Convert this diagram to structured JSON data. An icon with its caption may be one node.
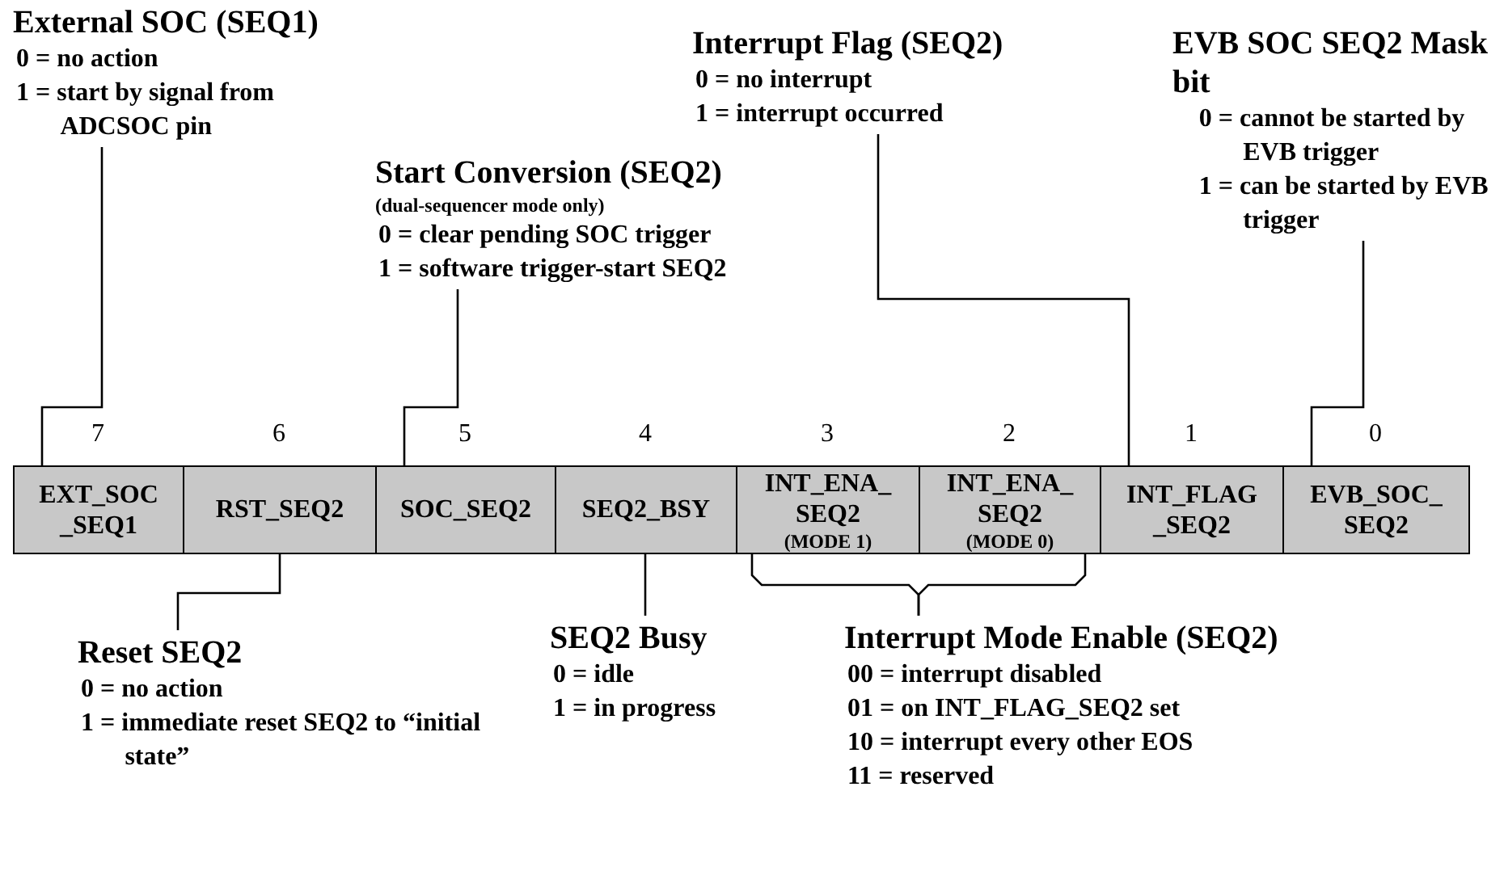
{
  "diagram": {
    "nodes": [
      {
        "text": [
          "External SOC (SEQ1)",
          "0 = no action",
          "1 = start by signal from ADCSOC pin"
        ]
      },
      {
        "text": [
          "Interrupt Flag (SEQ2)",
          "0 = no interrupt",
          "1 = interrupt occurred"
        ]
      },
      {
        "text": [
          "EVB SOC SEQ2 Mask bit",
          "0 = cannot be started by EVB trigger",
          "1 = can be started by EVB trigger"
        ]
      },
      {
        "text": [
          "Start Conversion (SEQ2)",
          "(dual-sequencer mode only)",
          "0 = clear pending SOC trigger",
          "1 = software trigger-start SEQ2"
        ]
      },
      {
        "text": [
          "EXT_SOC _SEQ1"
        ]
      },
      {
        "text": [
          "RST_SEQ2"
        ]
      },
      {
        "text": [
          "SOC_SEQ2"
        ]
      },
      {
        "text": [
          "SEQ2_BSY"
        ]
      },
      {
        "text": [
          "INT_ENA_ SEQ2",
          "(MODE 1)"
        ]
      },
      {
        "text": [
          "INT_ENA_ SEQ2",
          "(MODE 0)"
        ]
      },
      {
        "text": [
          "INT_FLAG _SEQ2"
        ]
      },
      {
        "text": [
          "EVB_SOC_ SEQ2"
        ]
      },
      {
        "text": [
          "Reset SEQ2",
          "0 = no action",
          "1 = immediate reset SEQ2 to “initial state”"
        ]
      },
      {
        "text": [
          "SEQ2 Busy",
          "0 = idle",
          "1 = in progress"
        ]
      },
      {
        "text": [
          "Interrupt Mode Enable (SEQ2)",
          "00 = interrupt disabled",
          "01 = on INT_FLAG_SEQ2 set",
          "10 = interrupt every other EOS",
          "11 = reserved"
        ]
      }
    ],
    "edges": [
      {
        "from": 0,
        "to": 4,
        "arrow": "none"
      },
      {
        "from": 1,
        "to": 10,
        "arrow": "none"
      },
      {
        "from": 2,
        "to": 11,
        "arrow": "none"
      },
      {
        "from": 3,
        "to": 6,
        "arrow": "none"
      },
      {
        "from": 12,
        "to": 5,
        "arrow": "none"
      },
      {
        "from": 13,
        "to": 7,
        "arrow": "none"
      },
      {
        "from": 14,
        "to": 8,
        "arrow": "none"
      },
      {
        "from": 14,
        "to": 9,
        "arrow": "none"
      }
    ],
    "labels": [
      "7",
      "6",
      "5",
      "4",
      "3",
      "2",
      "1",
      "0"
    ]
  }
}
